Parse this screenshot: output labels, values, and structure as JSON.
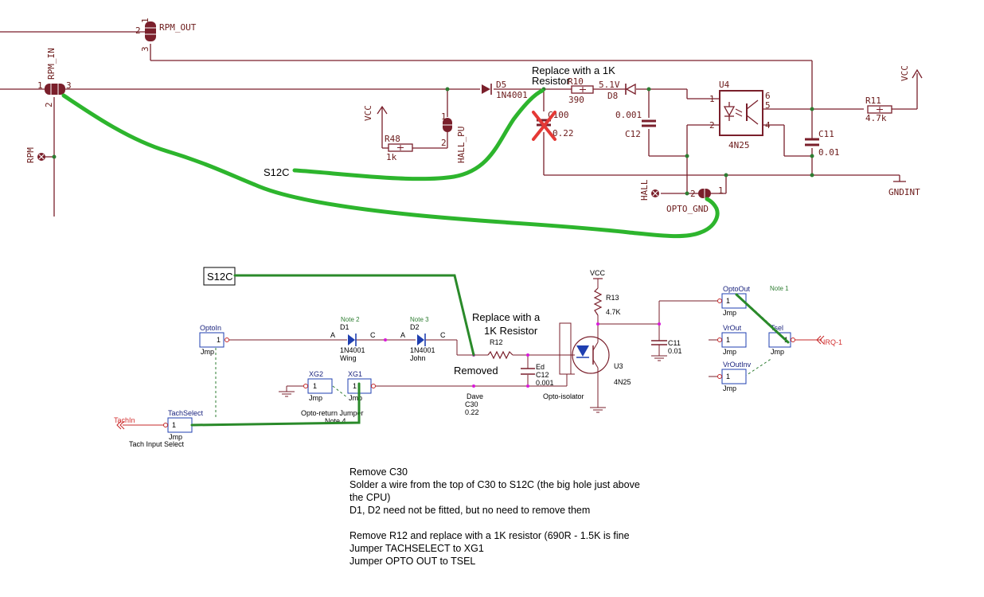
{
  "top_schematic": {
    "connectors": {
      "rpm_out": {
        "label": "RPM_OUT",
        "pin_top": "1",
        "pin_left": "2",
        "pin_bottom": "3"
      },
      "rpm_in": {
        "label": "RPM_IN",
        "pin_left": "1",
        "pin_right": "3",
        "pin_bottom": "2"
      },
      "rpm": {
        "label": "RPM"
      },
      "hall_pu": {
        "label": "HALL_PU",
        "pin_top": "1",
        "pin_bottom": "2"
      },
      "hall": {
        "label": "HALL"
      },
      "opto_gnd": {
        "label": "OPTO_GND",
        "pin_left": "2",
        "pin_right": "1"
      }
    },
    "components": {
      "r48": {
        "name": "R48",
        "value": "1k"
      },
      "d5": {
        "name": "D5",
        "value": "1N4001"
      },
      "r10": {
        "name": "R10",
        "value": "390"
      },
      "d8": {
        "name": "D8",
        "value": "5.1V"
      },
      "c100": {
        "name": "C100",
        "value": "0.22"
      },
      "c12": {
        "name": "C12",
        "value": "0.001"
      },
      "u4": {
        "name": "U4",
        "value": "4N25",
        "pins": [
          "1",
          "2",
          "4",
          "5",
          "6"
        ]
      },
      "r11": {
        "name": "R11",
        "value": "4.7k"
      },
      "c11": {
        "name": "C11",
        "value": "0.01"
      }
    },
    "power": {
      "vcc_left": "VCC",
      "vcc_right": "VCC",
      "gndint": "GNDINT"
    },
    "annotations": {
      "replace_line1": "Replace with a 1K",
      "replace_line2": "Resistor",
      "wire_label": "S12C"
    }
  },
  "bottom_schematic": {
    "s12c_box": "S12C",
    "jumpers": {
      "optoin": {
        "name": "OptoIn",
        "type": "Jmp",
        "pin": "1"
      },
      "xg2": {
        "name": "XG2",
        "type": "Jmp",
        "pin": "1"
      },
      "xg1": {
        "name": "XG1",
        "type": "Jmp",
        "pin": "1"
      },
      "tachselect": {
        "name": "TachSelect",
        "type": "Jmp",
        "pin": "1"
      },
      "optoout": {
        "name": "OptoOut",
        "type": "Jmp",
        "pin": "1"
      },
      "vrout": {
        "name": "VrOut",
        "type": "Jmp",
        "pin": "1"
      },
      "vroutinv": {
        "name": "VrOutInv",
        "type": "Jmp",
        "pin": "1"
      },
      "tsel": {
        "name": "Tsel",
        "type": "Jmp",
        "pin": "1"
      }
    },
    "components": {
      "d1": {
        "name": "D1",
        "value": "1N4001",
        "sub": "Wing",
        "note": "Note 2"
      },
      "d2": {
        "name": "D2",
        "value": "1N4001",
        "sub": "John",
        "note": "Note 3"
      },
      "anode": "A",
      "cathode": "C",
      "r12": {
        "name": "R12"
      },
      "c12": {
        "name": "C12",
        "value": "0.001",
        "sub": "Ed"
      },
      "c30": {
        "name": "C30",
        "value": "0.22",
        "sub": "Dave"
      },
      "r13": {
        "name": "R13",
        "value": "4.7K"
      },
      "c11": {
        "name": "C11",
        "value": "0.01"
      },
      "u3": {
        "name": "U3",
        "value": "4N25",
        "sub": "Opto-isolator"
      },
      "vcc": "VCC"
    },
    "labels": {
      "opto_return": "Opto-return Jumper",
      "note4": "Note 4",
      "note1": "Note 1",
      "tach_input_select": "Tach Input Select",
      "tachin": "TachIn",
      "irq": "IRQ-1",
      "replace_line1": "Replace with a",
      "replace_line2": "1K  Resistor",
      "removed": "Removed"
    }
  },
  "instructions": [
    "Remove C30",
    "Solder a wire from the top of C30 to S12C (the big hole just above",
    "the CPU)",
    "D1, D2 need not be fitted, but no need to remove them",
    "",
    "Remove R12 and replace with a 1K resistor  (690R - 1.5K is fine",
    "Jumper TACHSELECT to XG1",
    "Jumper OPTO OUT to TSEL"
  ],
  "colors": {
    "wire": "#7a1f2b",
    "component": "#6b1a1a",
    "green_mod": "#2db52d",
    "cross": "#e53935",
    "blue": "#1f3fb0"
  }
}
